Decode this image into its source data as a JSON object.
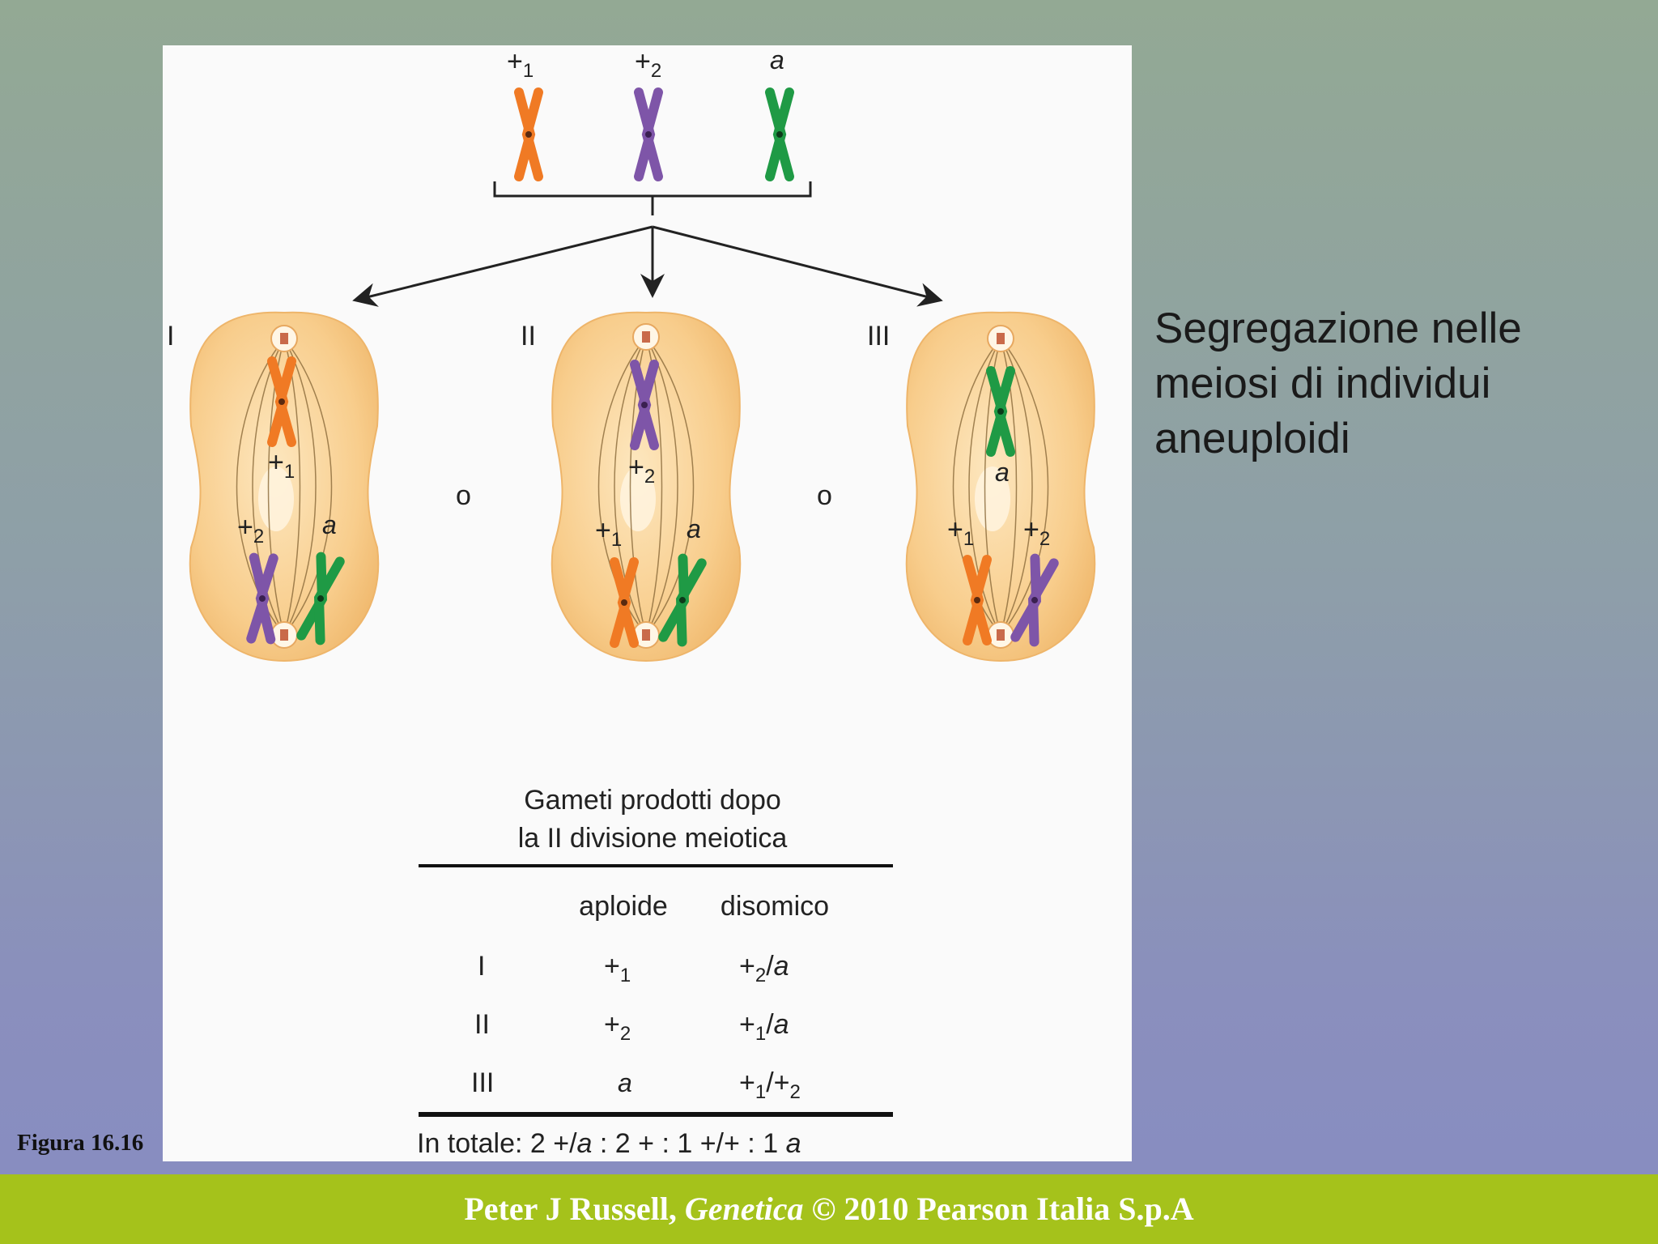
{
  "slide": {
    "figure_label": "Figura 16.16",
    "side_text": [
      "Segregazione nelle",
      "meiosi di individui",
      "aneuploidi"
    ],
    "footer": {
      "author": "Peter J Russell,",
      "book": "Genetica",
      "rest": "© 2010 Pearson Italia S.p.A"
    }
  },
  "diagram": {
    "colors": {
      "orange": "#f07a24",
      "purple": "#7e55a8",
      "green": "#1f9a45",
      "cell": "#f7c985"
    },
    "top_labels": {
      "c1": {
        "main": "+",
        "sub": "1"
      },
      "c2": {
        "main": "+",
        "sub": "2"
      },
      "c3": {
        "main": "a"
      }
    },
    "cell_labels": [
      "I",
      "II",
      "III"
    ],
    "or_text": "o",
    "cells": [
      {
        "top": {
          "main": "+",
          "sub": "1"
        },
        "bl": {
          "main": "+",
          "sub": "2"
        },
        "br": {
          "main": "a"
        }
      },
      {
        "top": {
          "main": "+",
          "sub": "2"
        },
        "bl": {
          "main": "+",
          "sub": "1"
        },
        "br": {
          "main": "a"
        }
      },
      {
        "top": {
          "main": "a"
        },
        "bl": {
          "main": "+",
          "sub": "1"
        },
        "br": {
          "main": "+",
          "sub": "2"
        }
      }
    ],
    "table": {
      "title_line1": "Gameti prodotti dopo",
      "title_line2": "la II divisione meiotica",
      "col_aploide": "aploide",
      "col_disomico": "disomico",
      "rows": [
        {
          "label": "I",
          "aploide": {
            "main": "+",
            "sub": "1"
          },
          "d1": {
            "main": "+",
            "sub": "2"
          },
          "d2": {
            "main": "a"
          }
        },
        {
          "label": "II",
          "aploide": {
            "main": "+",
            "sub": "2"
          },
          "d1": {
            "main": "+",
            "sub": "1"
          },
          "d2": {
            "main": "a"
          }
        },
        {
          "label": "III",
          "aploide": {
            "main": "a"
          },
          "d1": {
            "main": "+",
            "sub": "1"
          },
          "d2": {
            "main": "+",
            "sub": "2"
          }
        }
      ],
      "total_prefix": "In totale: 2 +/",
      "total_a1": "a",
      "total_mid": " : 2 + : 1 +/+ : 1 ",
      "total_a2": "a"
    }
  }
}
